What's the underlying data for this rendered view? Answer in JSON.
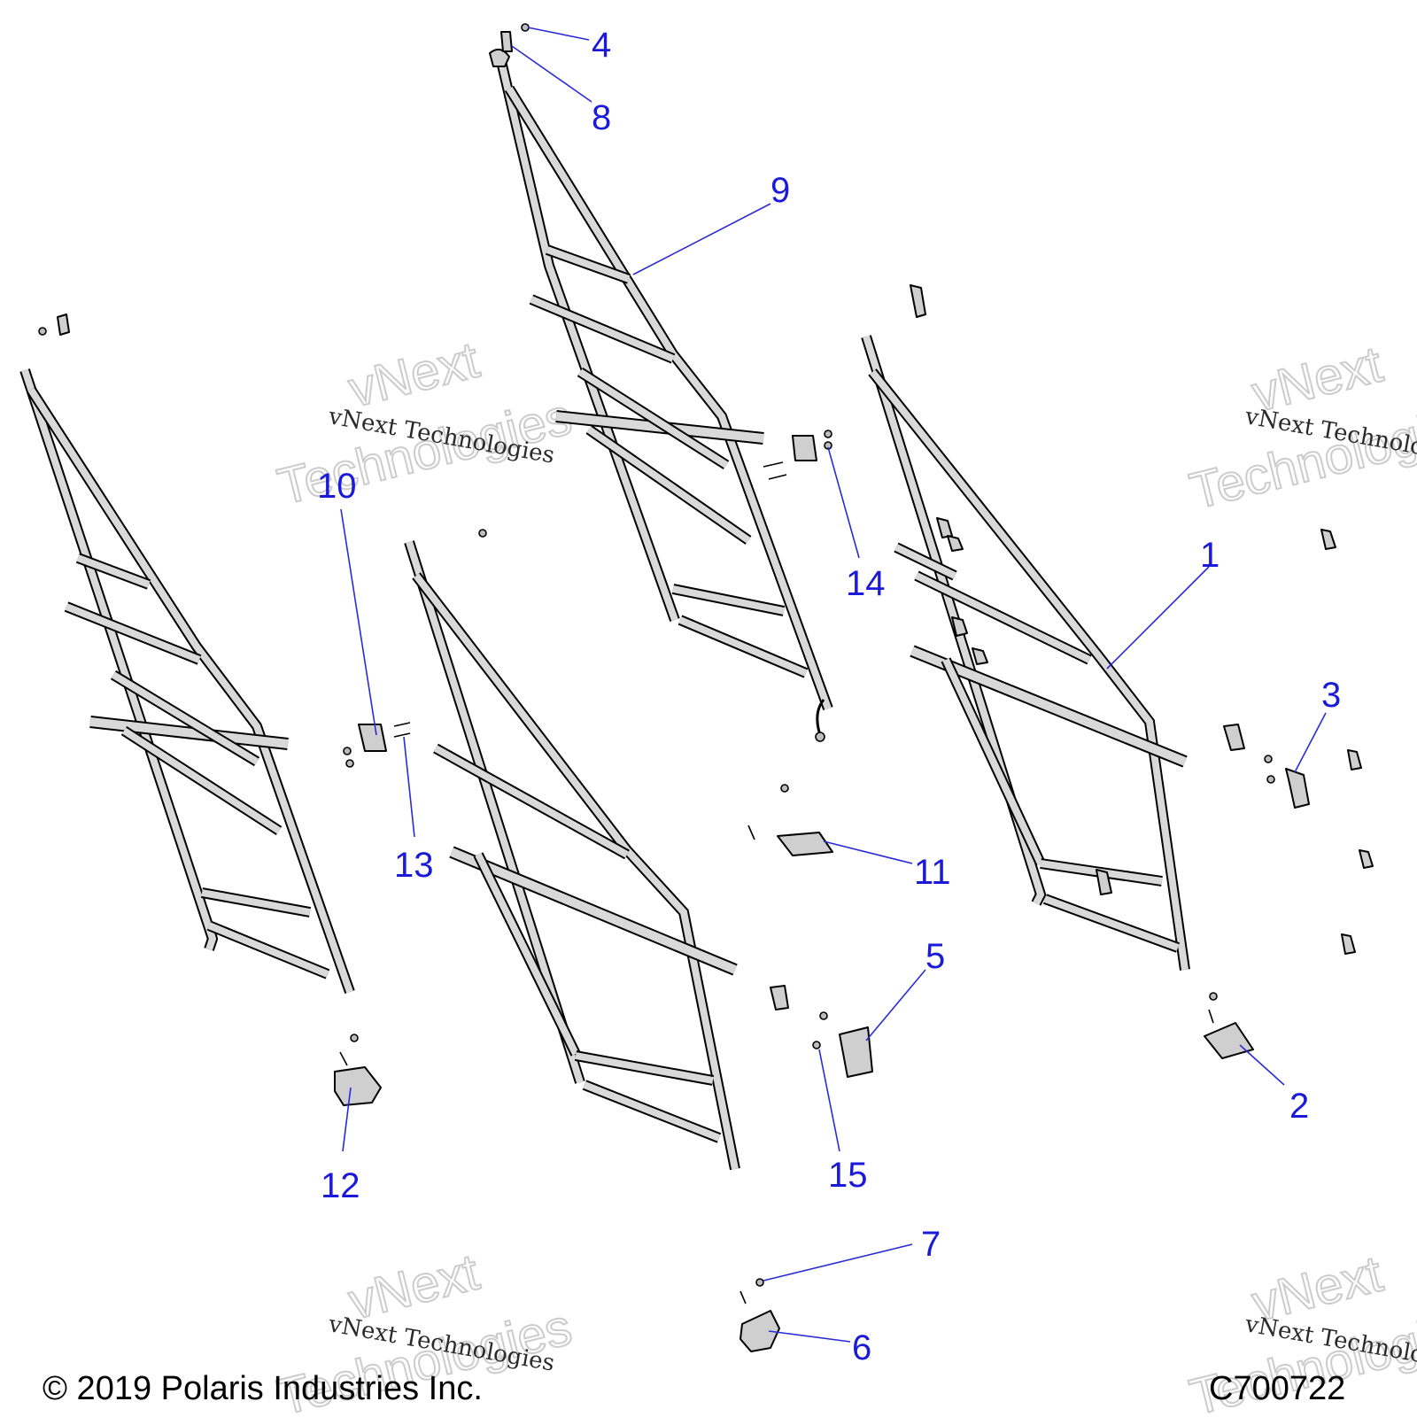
{
  "callouts": [
    {
      "id": "1",
      "label": "1"
    },
    {
      "id": "2",
      "label": "2"
    },
    {
      "id": "3",
      "label": "3"
    },
    {
      "id": "4",
      "label": "4"
    },
    {
      "id": "5",
      "label": "5"
    },
    {
      "id": "6",
      "label": "6"
    },
    {
      "id": "7",
      "label": "7"
    },
    {
      "id": "8",
      "label": "8"
    },
    {
      "id": "9",
      "label": "9"
    },
    {
      "id": "10",
      "label": "10"
    },
    {
      "id": "11",
      "label": "11"
    },
    {
      "id": "12",
      "label": "12"
    },
    {
      "id": "13",
      "label": "13"
    },
    {
      "id": "14",
      "label": "14"
    },
    {
      "id": "15",
      "label": "15"
    }
  ],
  "watermark": {
    "line_small": "vNext Technologies",
    "line_big_1": "vNext",
    "line_big_2": "Technologies"
  },
  "footer": {
    "copyright": "© 2019 Polaris Industries Inc.",
    "drawing_code": "C700722"
  },
  "colors": {
    "callout": "#1a1ad8",
    "leader": "#2b2bd8",
    "frame_fill": "#d9d9d9"
  }
}
